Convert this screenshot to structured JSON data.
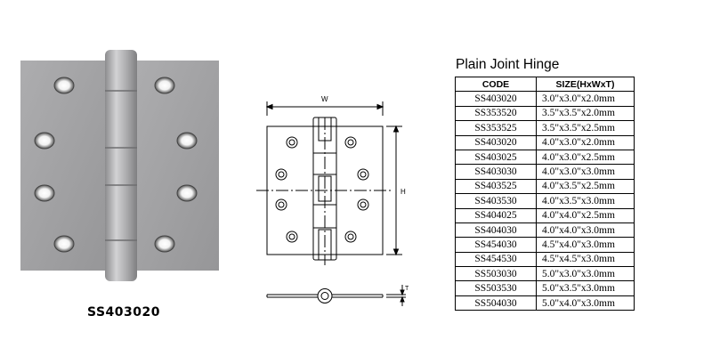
{
  "photo": {
    "label": "SS403020"
  },
  "drawing": {
    "width_label": "W",
    "height_label": "H",
    "thickness_label": "T"
  },
  "table": {
    "title": "Plain Joint Hinge",
    "headers": {
      "code": "CODE",
      "size": "SIZE(HxWxT)"
    },
    "rows": [
      {
        "code": "SS403020",
        "size": "3.0\"x3.0\"x2.0mm"
      },
      {
        "code": "SS353520",
        "size": "3.5\"x3.5\"x2.0mm"
      },
      {
        "code": "SS353525",
        "size": "3.5\"x3.5\"x2.5mm"
      },
      {
        "code": "SS403020",
        "size": "4.0\"x3.0\"x2.0mm"
      },
      {
        "code": "SS403025",
        "size": "4.0\"x3.0\"x2.5mm"
      },
      {
        "code": "SS403030",
        "size": "4.0\"x3.0\"x3.0mm"
      },
      {
        "code": "SS403525",
        "size": "4.0\"x3.5\"x2.5mm"
      },
      {
        "code": "SS403530",
        "size": "4.0\"x3.5\"x3.0mm"
      },
      {
        "code": "SS404025",
        "size": "4.0\"x4.0\"x2.5mm"
      },
      {
        "code": "SS404030",
        "size": "4.0\"x4.0\"x3.0mm"
      },
      {
        "code": "SS454030",
        "size": "4.5\"x4.0\"x3.0mm"
      },
      {
        "code": "SS454530",
        "size": "4.5\"x4.5\"x3.0mm"
      },
      {
        "code": "SS503030",
        "size": "5.0\"x3.0\"x3.0mm"
      },
      {
        "code": "SS503530",
        "size": "5.0\"x3.5\"x3.0mm"
      },
      {
        "code": "SS504030",
        "size": "5.0\"x4.0\"x3.0mm"
      }
    ]
  },
  "colors": {
    "plate": "#a3a3a5",
    "plate_dark": "#8e8e90",
    "knuckle": "#b4b4b6",
    "line": "#000000"
  }
}
